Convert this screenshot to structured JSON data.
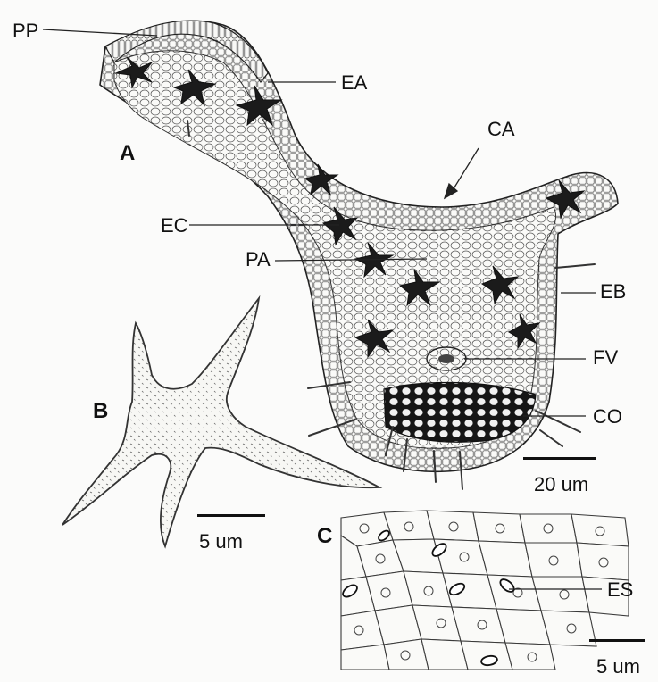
{
  "figure": {
    "panels": {
      "a": "A",
      "b": "B",
      "c": "C"
    },
    "labels": {
      "pp": "PP",
      "ea": "EA",
      "ca": "CA",
      "ec": "EC",
      "pa": "PA",
      "eb": "EB",
      "fv": "FV",
      "co": "CO",
      "es": "ES"
    },
    "scale_bars": {
      "a": "20 um",
      "b": "5 um",
      "c": "5 um"
    }
  }
}
